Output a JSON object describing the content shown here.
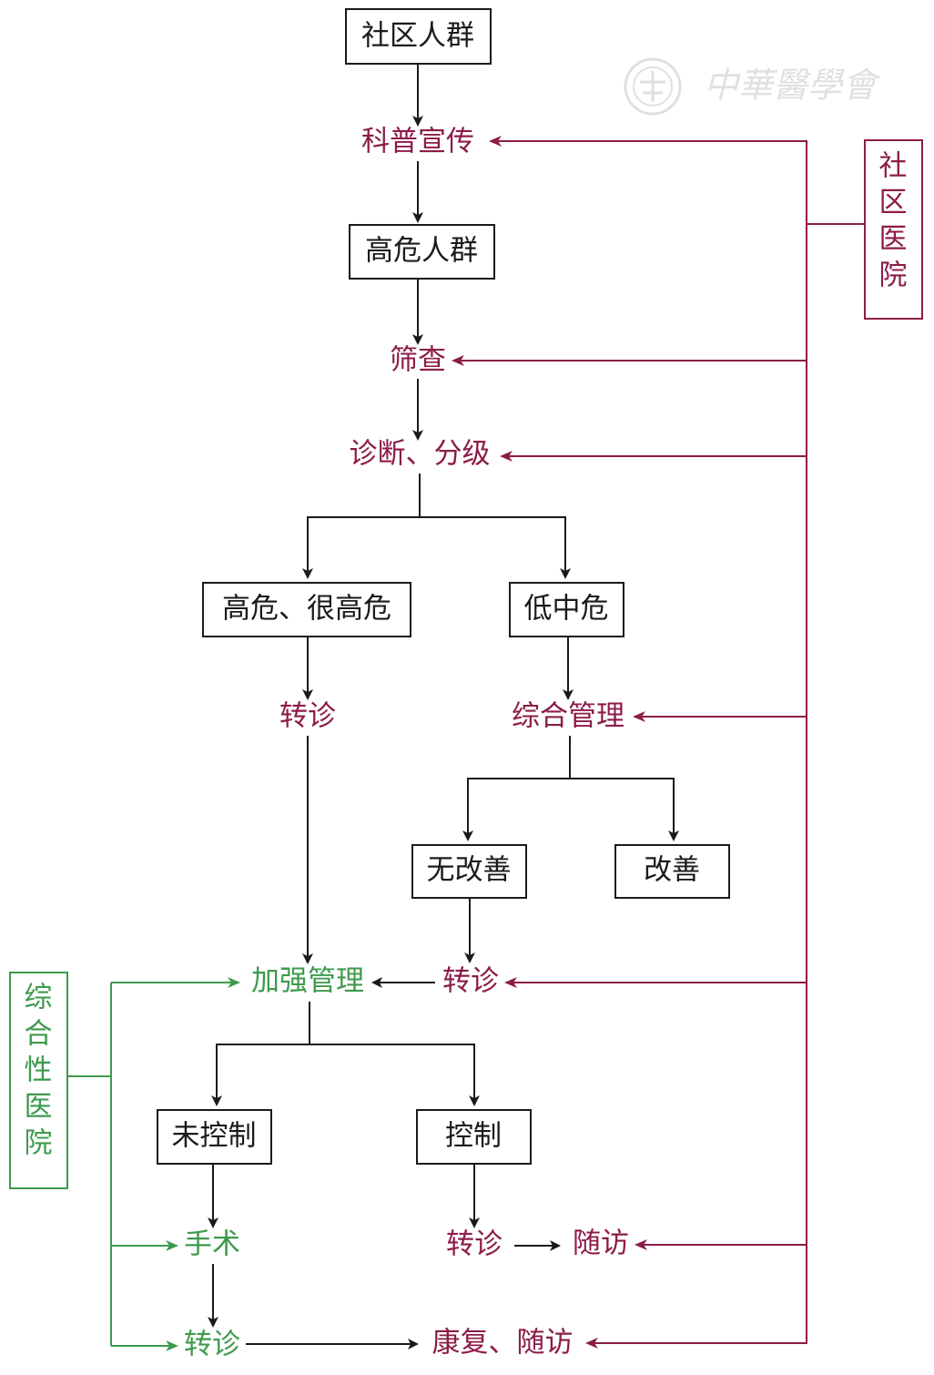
{
  "colors": {
    "black": "#1a1a1a",
    "community": "#8c1c48",
    "hospital": "#3e9a4c",
    "watermark": "#c8c8c8"
  },
  "watermark": {
    "text": "中華醫學會",
    "icon": "society-seal-icon"
  },
  "boxes": {
    "community_population": "社区人群",
    "high_risk_population": "高危人群",
    "high_very_high_risk": "高危、很高危",
    "low_mid_risk": "低中危",
    "no_improvement": "无改善",
    "improvement": "改善",
    "not_controlled": "未控制",
    "controlled": "控制"
  },
  "community_steps": {
    "education": "科普宣传",
    "screening": "筛查",
    "diagnosis_grading": "诊断、分级",
    "referral_left": "转诊",
    "comprehensive_mgmt": "综合管理",
    "referral_mid": "转诊",
    "referral_ctrl": "转诊",
    "follow_up": "随访",
    "rehab_follow_up": "康复、随访"
  },
  "hospital_steps": {
    "intensified_mgmt": "加强管理",
    "surgery": "手术",
    "referral_bottom": "转诊"
  },
  "side_labels": {
    "community_hospital": [
      "社",
      "区",
      "医",
      "院"
    ],
    "general_hospital": [
      "综",
      "合",
      "性",
      "医",
      "院"
    ]
  }
}
